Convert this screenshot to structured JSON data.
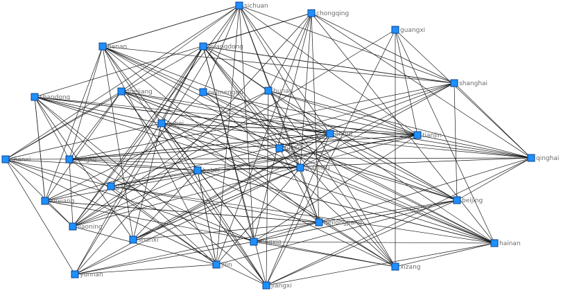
{
  "graph": {
    "nodes": [
      {
        "id": "sichuan",
        "label": "sichuan"
      },
      {
        "id": "chongqing",
        "label": "chongqing"
      },
      {
        "id": "guangxi",
        "label": "guangxi"
      },
      {
        "id": "henan",
        "label": "henan"
      },
      {
        "id": "guangdong",
        "label": "guangdong"
      },
      {
        "id": "shanghai",
        "label": "shanghai"
      },
      {
        "id": "shandong",
        "label": "shandong"
      },
      {
        "id": "zhejiang",
        "label": "zhejiang"
      },
      {
        "id": "neimenggu",
        "label": "neimenggu"
      },
      {
        "id": "hunan",
        "label": "hunan"
      },
      {
        "id": "hubei",
        "label": "hubei"
      },
      {
        "id": "anhui",
        "label": "anhui"
      },
      {
        "id": "tianjin",
        "label": "tianjin"
      },
      {
        "id": "qinghai",
        "label": "qinghai"
      },
      {
        "id": "shanxi1",
        "label": "shanxi"
      },
      {
        "id": "jiangsu",
        "label": "jiangsu"
      },
      {
        "id": "fujian",
        "label": "fujian"
      },
      {
        "id": "hebei",
        "label": "hebei"
      },
      {
        "id": "guizhou",
        "label": "guizhou"
      },
      {
        "id": "gansu",
        "label": "gansu"
      },
      {
        "id": "xinjiang",
        "label": "xinjiang"
      },
      {
        "id": "beijing",
        "label": "beijing"
      },
      {
        "id": "liaoning",
        "label": "liaoning"
      },
      {
        "id": "heilongjiang",
        "label": "heilongjiang"
      },
      {
        "id": "shanxi2",
        "label": "shanxi"
      },
      {
        "id": "ningxia",
        "label": "ningxia"
      },
      {
        "id": "hainan",
        "label": "hainan"
      },
      {
        "id": "jilin",
        "label": "jilin"
      },
      {
        "id": "xizang",
        "label": "xizang"
      },
      {
        "id": "yunnan",
        "label": "yunnan"
      },
      {
        "id": "jiangxi",
        "label": "jiangxi"
      }
    ],
    "colors": {
      "node": "#1e90ff",
      "node_border": "#0a3f8a",
      "edge": "#1a1a1a",
      "label": "#6b6b6b"
    }
  }
}
